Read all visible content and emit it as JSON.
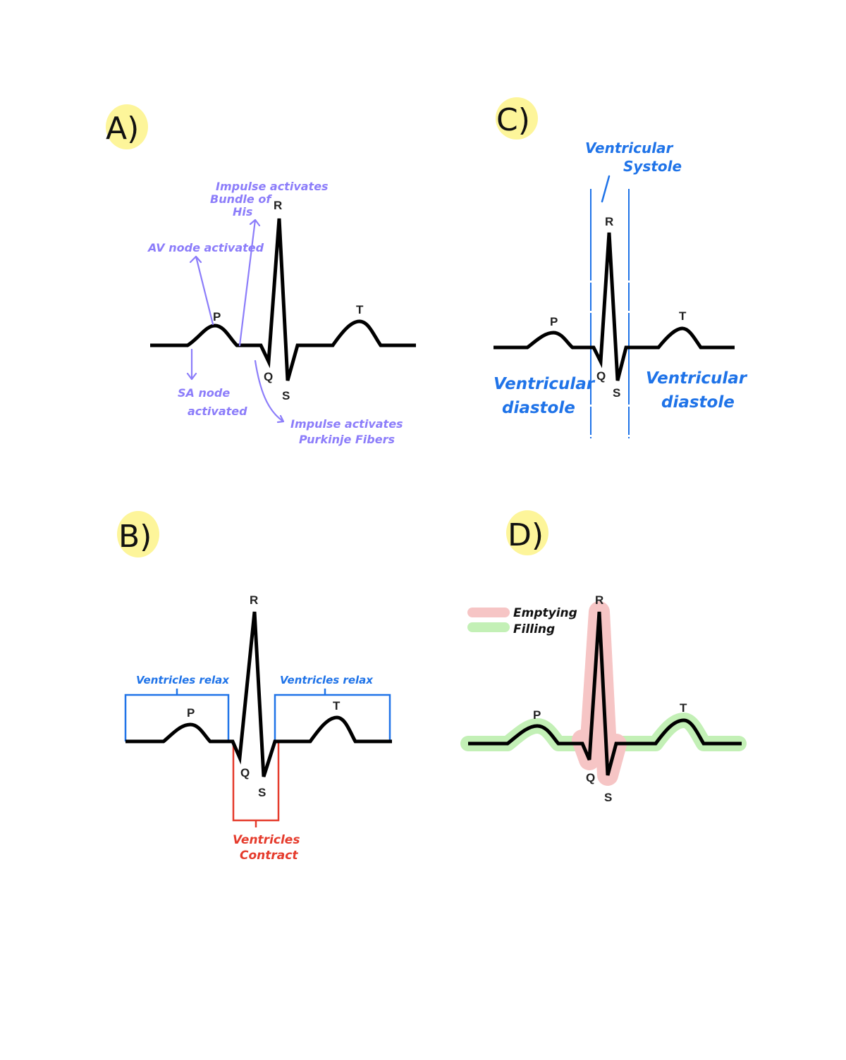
{
  "colors": {
    "highlight": "#fdf59a",
    "annotation_purple": "#8c7dfa",
    "annotation_blue": "#1f73e8",
    "annotation_red": "#e53b2c",
    "emptying": "#f6c5c5",
    "filling": "#c3f0b6",
    "waveform": "#000000"
  },
  "wave_labels": {
    "p": "P",
    "q": "Q",
    "r": "R",
    "s": "S",
    "t": "T"
  },
  "panel_a": {
    "letter": "A)",
    "impulse_bundle": [
      "Impulse activates",
      "Bundle of",
      "His"
    ],
    "av_node": "AV node activated",
    "sa_node": [
      "SA node",
      "activated"
    ],
    "impulse_purkinje": [
      "Impulse activates",
      "Purkinje Fibers"
    ]
  },
  "panel_b": {
    "letter": "B)",
    "ventricles_relax_left": "Ventricles relax",
    "ventricles_relax_right": "Ventricles relax",
    "ventricles_contract": [
      "Ventricles",
      "Contract"
    ]
  },
  "panel_c": {
    "letter": "C)",
    "ventricular_systole": [
      "Ventricular",
      "Systole"
    ],
    "diastole_left": [
      "Ventricular",
      "diastole"
    ],
    "diastole_right": [
      "Ventricular",
      "diastole"
    ]
  },
  "panel_d": {
    "letter": "D)",
    "legend_emptying": "Emptying",
    "legend_filling": "Filling"
  }
}
